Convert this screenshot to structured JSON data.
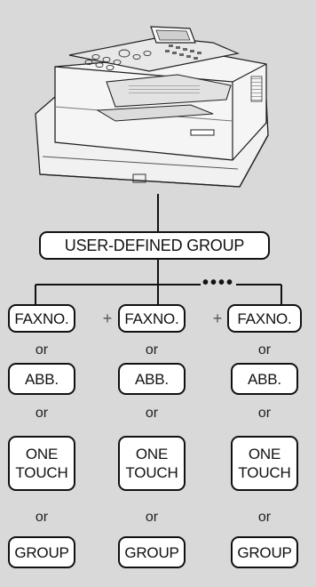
{
  "group_label": "USER-DEFINED GROUP",
  "continuation": "••••",
  "plus": "+",
  "or_label": "or",
  "columns": [
    {
      "faxno": "FAXNO.",
      "abb": "ABB.",
      "one_touch_1": "ONE",
      "one_touch_2": "TOUCH",
      "group": "GROUP"
    },
    {
      "faxno": "FAXNO.",
      "abb": "ABB.",
      "one_touch_1": "ONE",
      "one_touch_2": "TOUCH",
      "group": "GROUP"
    },
    {
      "faxno": "FAXNO.",
      "abb": "ABB.",
      "one_touch_1": "ONE",
      "one_touch_2": "TOUCH",
      "group": "GROUP"
    }
  ]
}
